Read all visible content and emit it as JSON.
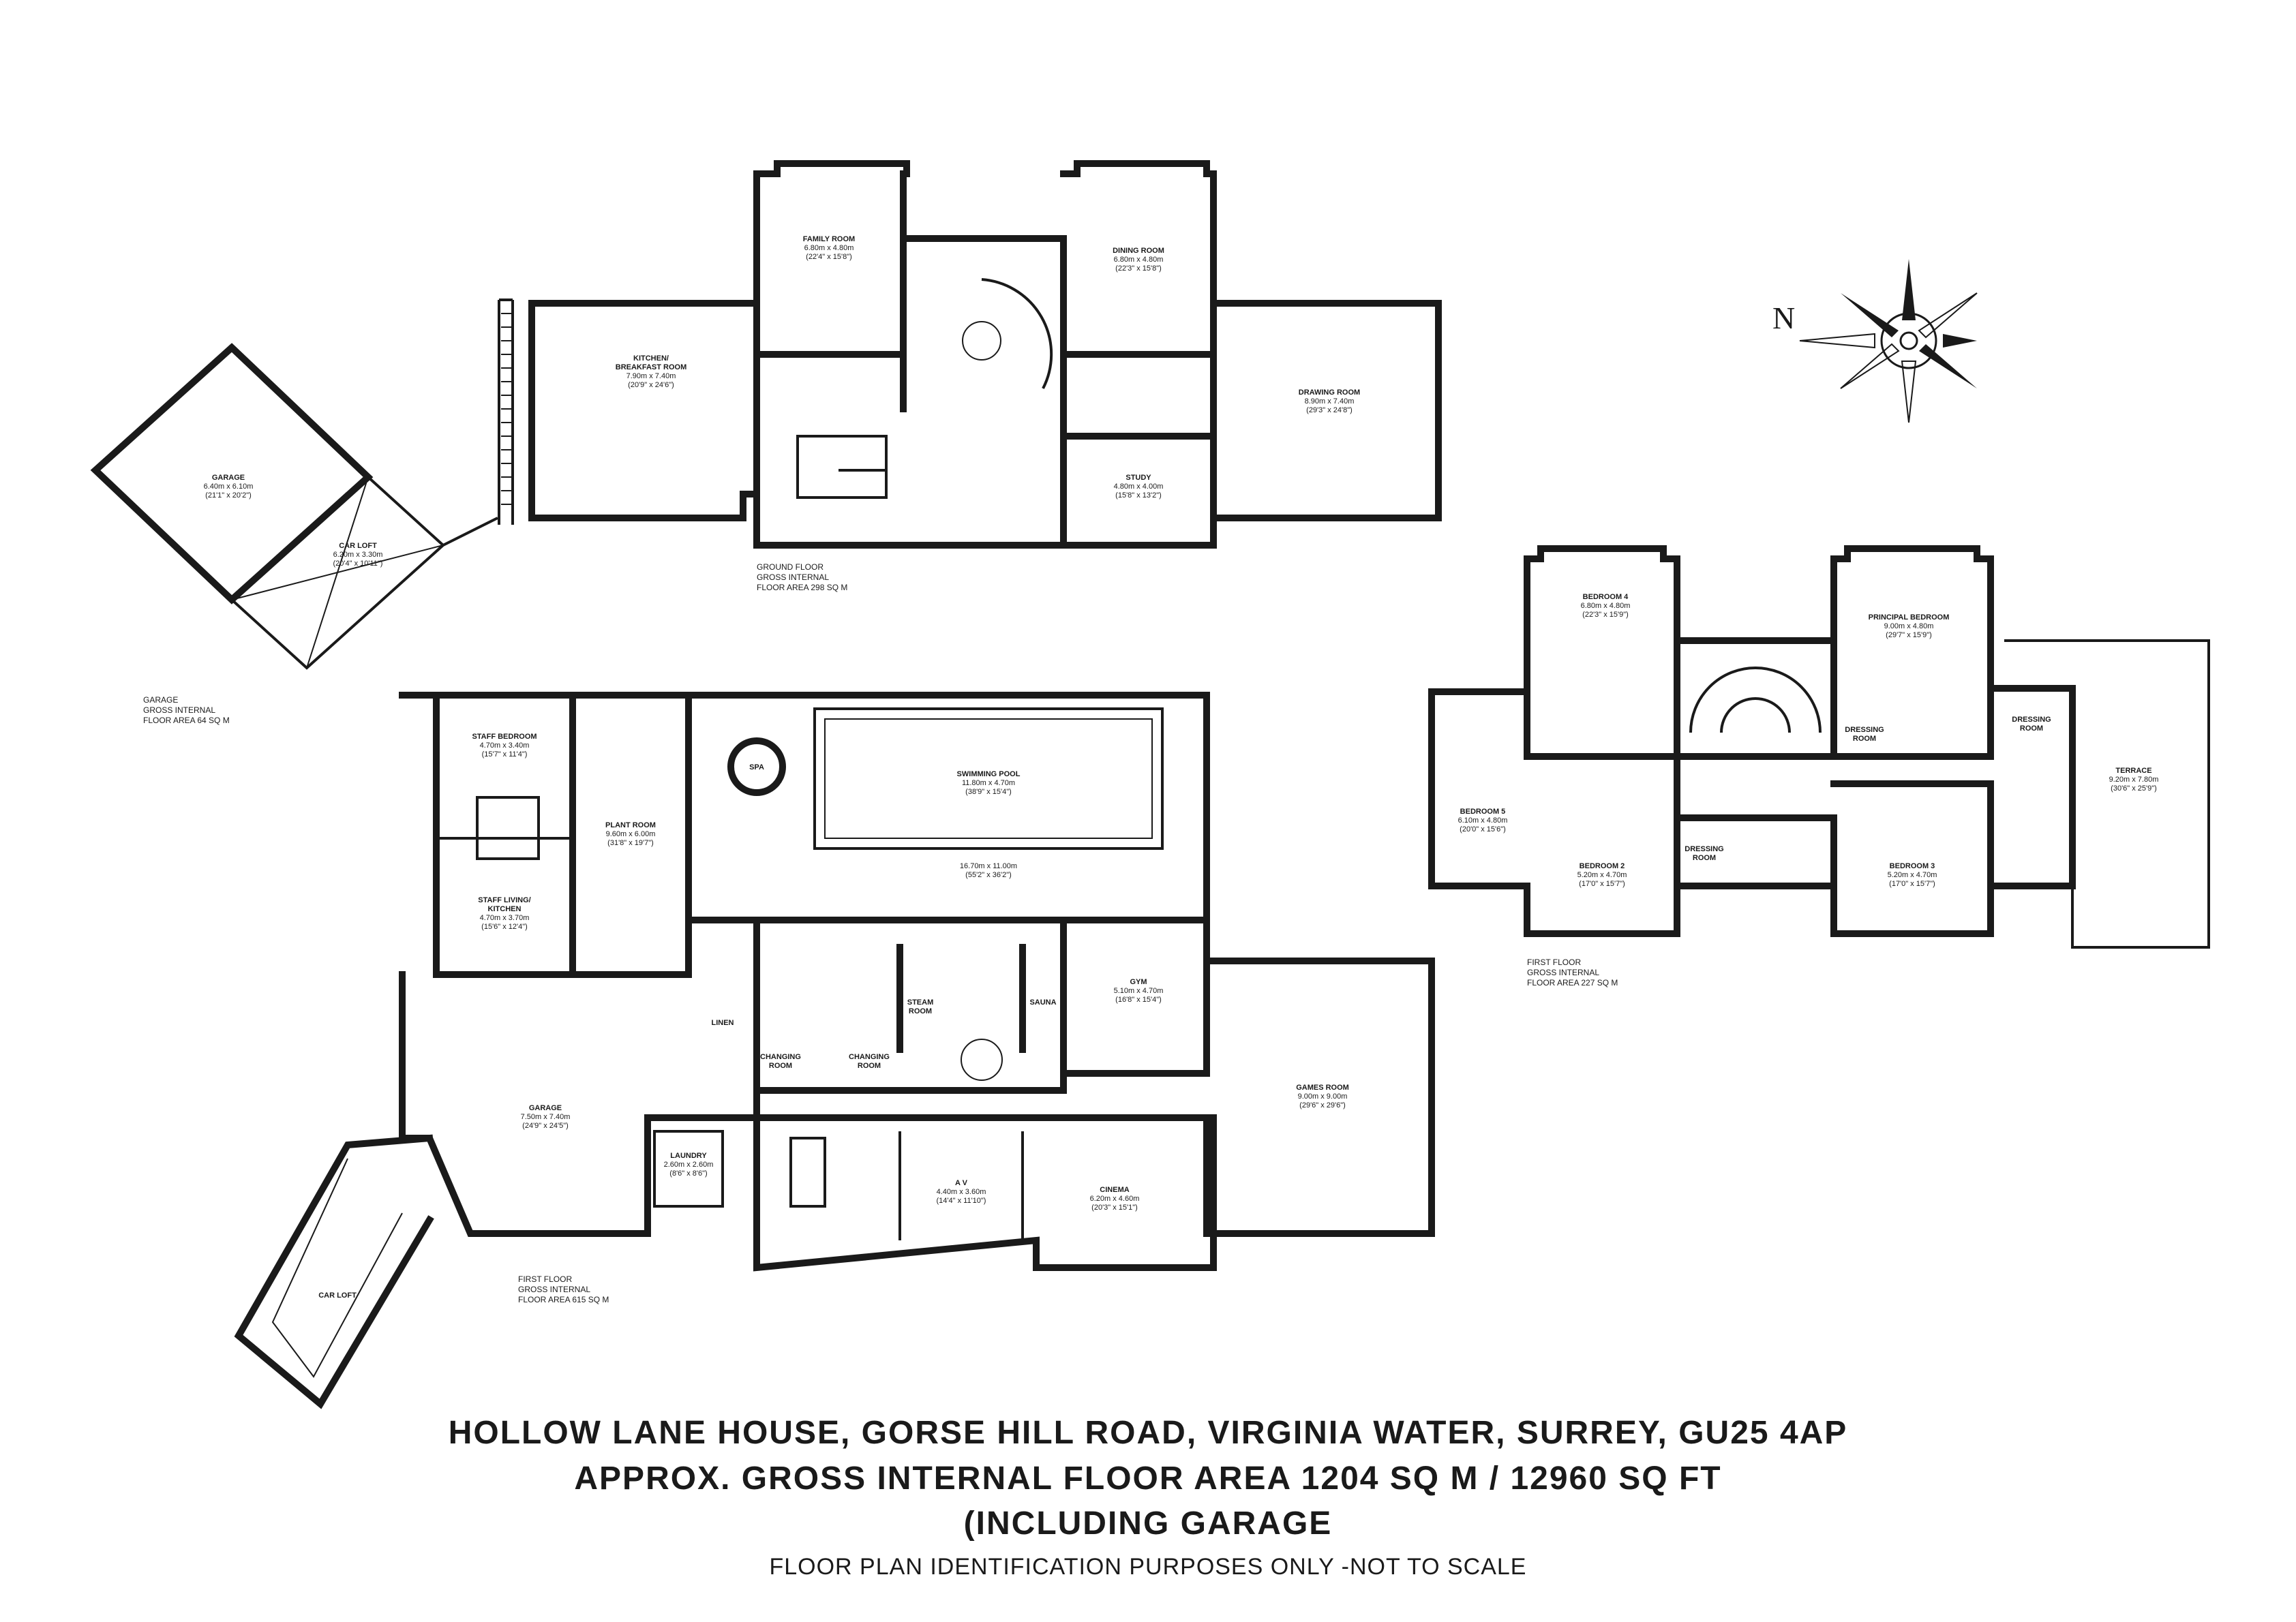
{
  "ground_floor": {
    "note": [
      "GROUND FLOOR",
      "GROSS INTERNAL",
      "FLOOR AREA 298 SQ M"
    ],
    "rooms": [
      {
        "name": "FAMILY ROOM",
        "metric": "6.80m x 4.80m",
        "imperial": "(22'4\" x 15'8\")"
      },
      {
        "name": "DINING ROOM",
        "metric": "6.80m x 4.80m",
        "imperial": "(22'3\" x 15'8\")"
      },
      {
        "name": "KITCHEN/ BREAKFAST ROOM",
        "metric": "7.90m x 7.40m",
        "imperial": "(20'9\" x 24'6\")"
      },
      {
        "name": "DRAWING ROOM",
        "metric": "8.90m x 7.40m",
        "imperial": "(29'3\" x 24'8\")"
      },
      {
        "name": "STUDY",
        "metric": "4.80m x 4.00m",
        "imperial": "(15'8\" x 13'2\")"
      }
    ]
  },
  "garage_block": {
    "note": [
      "GARAGE",
      "GROSS INTERNAL",
      "FLOOR AREA 64 SQ M"
    ],
    "rooms": [
      {
        "name": "GARAGE",
        "metric": "6.40m x 6.10m",
        "imperial": "(21'1\" x 20'2\")"
      },
      {
        "name": "CAR LOFT",
        "metric": "6.20m x 3.30m",
        "imperial": "(20'4\" x 10'11\")"
      }
    ]
  },
  "lower_floor": {
    "note": [
      "FIRST FLOOR",
      "GROSS INTERNAL",
      "FLOOR AREA 615 SQ M"
    ],
    "rooms": [
      {
        "name": "STAFF BEDROOM",
        "metric": "4.70m x 3.40m",
        "imperial": "(15'7\" x 11'4\")"
      },
      {
        "name": "STAFF LIVING/ KITCHEN",
        "metric": "4.70m x 3.70m",
        "imperial": "(15'6\" x 12'4\")"
      },
      {
        "name": "PLANT ROOM",
        "metric": "9.60m x 6.00m",
        "imperial": "(31'8\" x 19'7\")"
      },
      {
        "name": "SPA",
        "metric": "",
        "imperial": ""
      },
      {
        "name": "SWIMMING POOL",
        "metric": "11.80m x 4.70m",
        "imperial": "(38'9\" x 15'4\")"
      },
      {
        "name": "",
        "metric": "16.70m x 11.00m",
        "imperial": "(55'2\" x 36'2\")"
      },
      {
        "name": "LINEN",
        "metric": "",
        "imperial": ""
      },
      {
        "name": "CHANGING ROOM",
        "metric": "",
        "imperial": ""
      },
      {
        "name": "CHANGING ROOM",
        "metric": "",
        "imperial": ""
      },
      {
        "name": "STEAM ROOM",
        "metric": "",
        "imperial": ""
      },
      {
        "name": "SAUNA",
        "metric": "",
        "imperial": ""
      },
      {
        "name": "GYM",
        "metric": "5.10m x 4.70m",
        "imperial": "(16'8\" x 15'4\")"
      },
      {
        "name": "GAMES ROOM",
        "metric": "9.00m x 9.00m",
        "imperial": "(29'6\" x 29'6\")"
      },
      {
        "name": "GARAGE",
        "metric": "7.50m x 7.40m",
        "imperial": "(24'9\" x 24'5\")"
      },
      {
        "name": "LAUNDRY",
        "metric": "2.60m x 2.60m",
        "imperial": "(8'6\" x 8'6\")"
      },
      {
        "name": "A V",
        "metric": "4.40m x 3.60m",
        "imperial": "(14'4\" x 11'10\")"
      },
      {
        "name": "CINEMA",
        "metric": "6.20m x 4.60m",
        "imperial": "(20'3\" x 15'1\")"
      },
      {
        "name": "CAR LOFT",
        "metric": "",
        "imperial": ""
      }
    ]
  },
  "first_floor": {
    "note": [
      "FIRST FLOOR",
      "GROSS INTERNAL",
      "FLOOR AREA 227 SQ M"
    ],
    "rooms": [
      {
        "name": "BEDROOM 4",
        "metric": "6.80m x 4.80m",
        "imperial": "(22'3\" x 15'9\")"
      },
      {
        "name": "PRINCIPAL BEDROOM",
        "metric": "9.00m x 4.80m",
        "imperial": "(29'7\" x 15'9\")"
      },
      {
        "name": "DRESSING ROOM",
        "metric": "",
        "imperial": ""
      },
      {
        "name": "DRESSING ROOM",
        "metric": "",
        "imperial": ""
      },
      {
        "name": "TERRACE",
        "metric": "9.20m x 7.80m",
        "imperial": "(30'6\" x 25'9\")"
      },
      {
        "name": "BEDROOM 5",
        "metric": "6.10m x 4.80m",
        "imperial": "(20'0\" x 15'6\")"
      },
      {
        "name": "BEDROOM 2",
        "metric": "5.20m x 4.70m",
        "imperial": "(17'0\" x 15'7\")"
      },
      {
        "name": "DRESSING ROOM",
        "metric": "",
        "imperial": ""
      },
      {
        "name": "BEDROOM 3",
        "metric": "5.20m x 4.70m",
        "imperial": "(17'0\" x 15'7\")"
      }
    ]
  },
  "compass": {
    "north_label": "N"
  },
  "title": {
    "line1": "HOLLOW LANE HOUSE, GORSE HILL ROAD, VIRGINIA WATER, SURREY, GU25 4AP",
    "line2": "APPROX. GROSS INTERNAL FLOOR AREA 1204 SQ M / 12960 SQ FT",
    "line3": "(INCLUDING GARAGE",
    "disclaimer": "FLOOR PLAN IDENTIFICATION PURPOSES ONLY -NOT TO SCALE"
  }
}
